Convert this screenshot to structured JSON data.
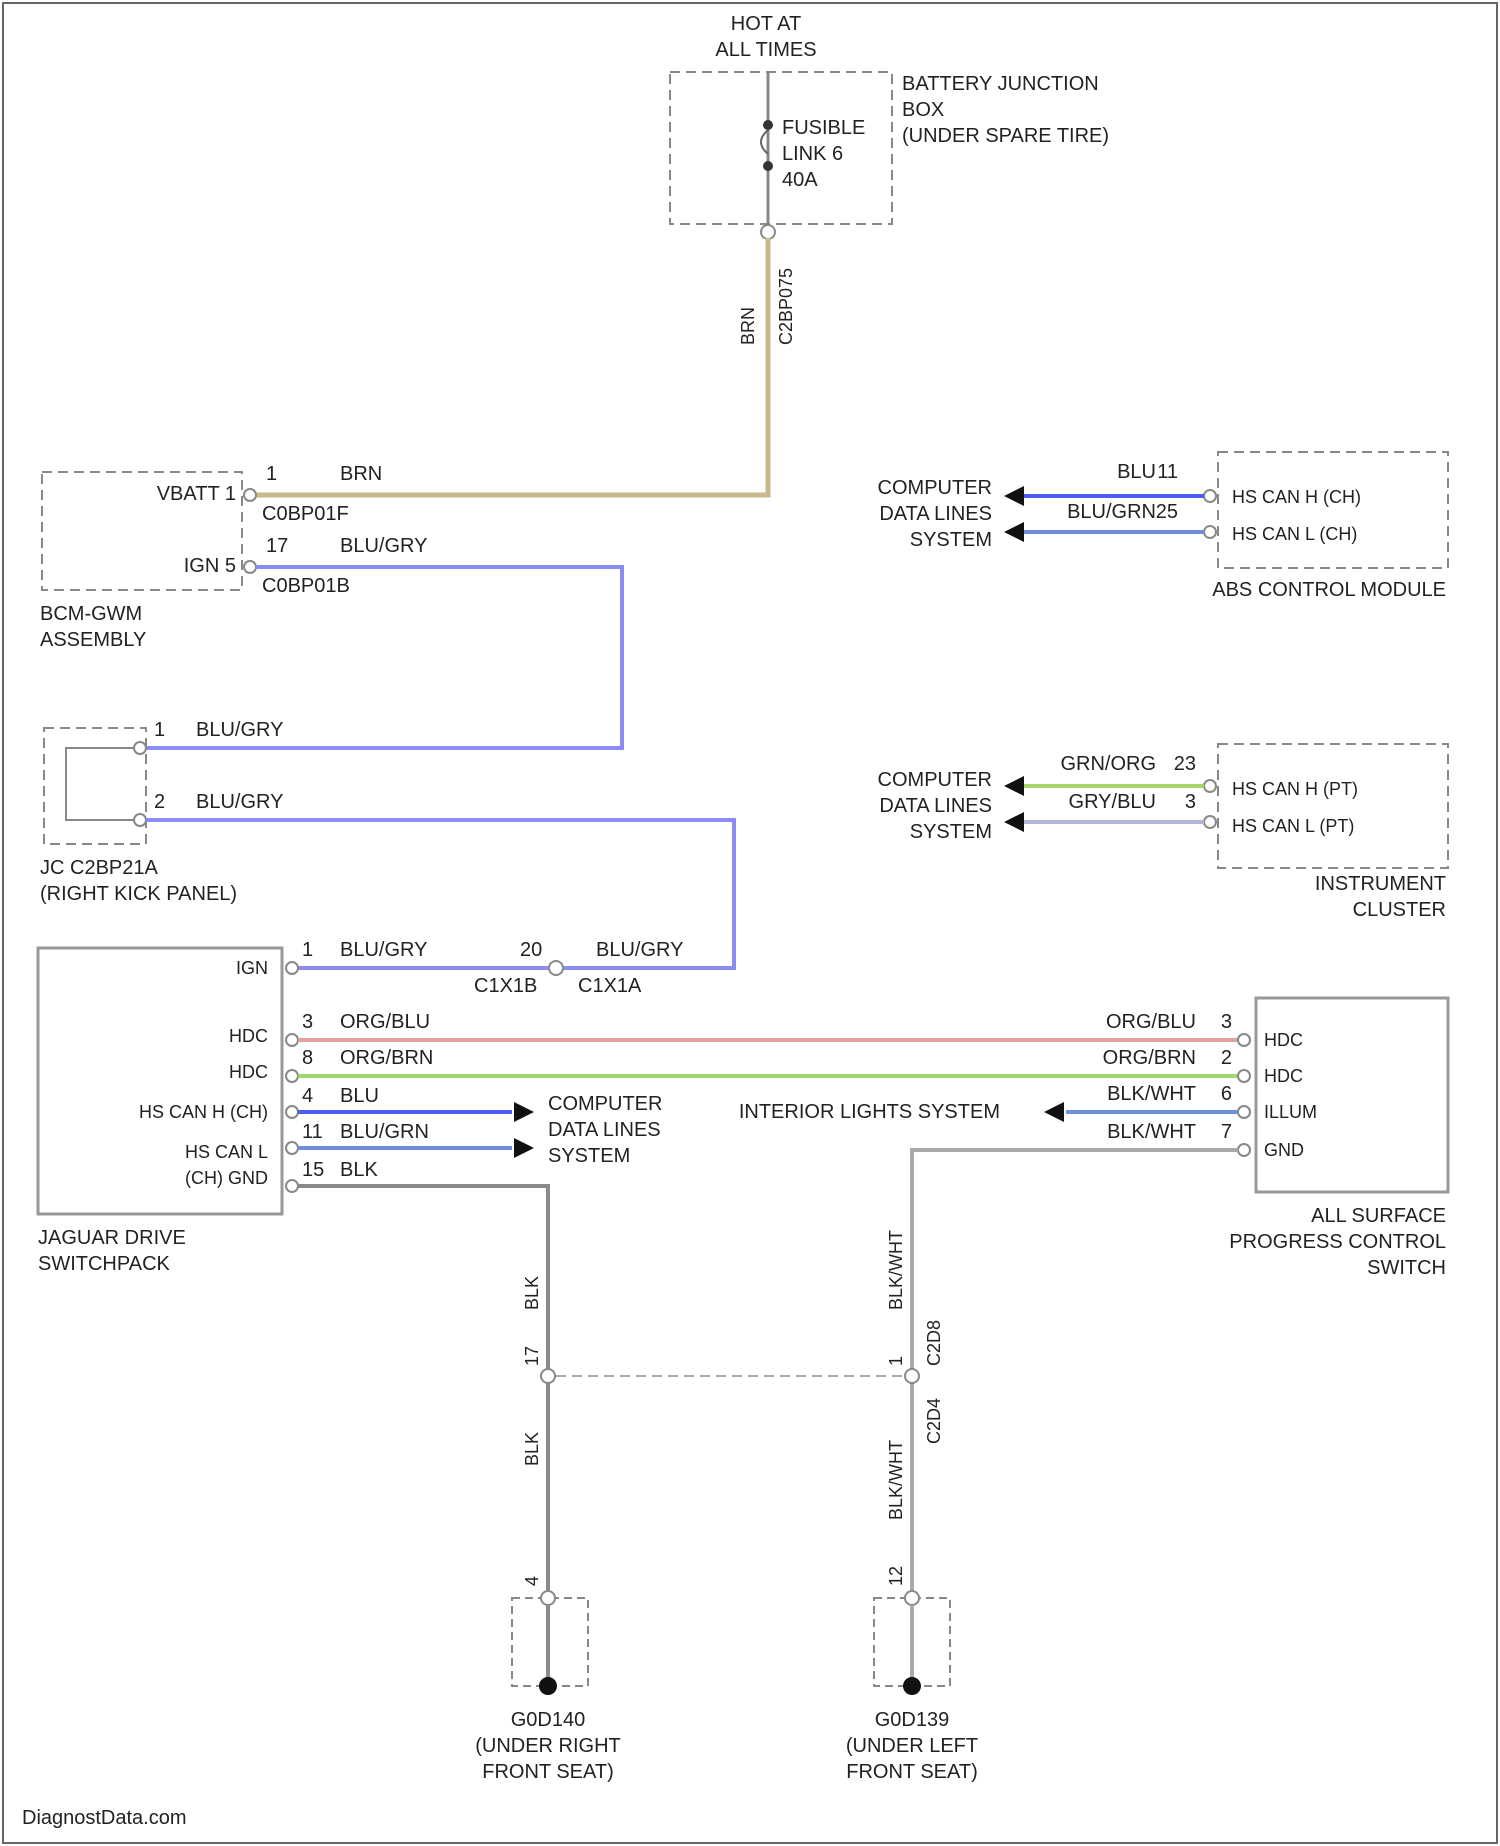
{
  "colors": {
    "brn": "#c9b98a",
    "blu_gry": "#8a8cf2",
    "blu": "#4d5cf2",
    "blu_grn": "#6f8fd8",
    "org_grn": "#a8d46a",
    "gry_blu": "#b4b4d8",
    "org_blu": "#e0a0a0",
    "org_brn": "#9ed86c",
    "blk": "#8a8a8a",
    "blk_wht": "#aaaaaa",
    "box_border": "#888888",
    "text": "#222222"
  },
  "title": {
    "line1": "HOT AT",
    "line2": "ALL TIMES"
  },
  "battery_junction_box": {
    "label": [
      "BATTERY JUNCTION",
      "BOX",
      "(UNDER SPARE TIRE)"
    ],
    "fuse": [
      "FUSIBLE",
      "LINK 6",
      "40A"
    ],
    "wire_color": "BRN",
    "connector": "C2BP075"
  },
  "bcm": {
    "label": [
      "BCM-GWM",
      "ASSEMBLY"
    ],
    "pin_vbatt": "VBATT 1",
    "pin_ign": "IGN 5",
    "conn1": "C0BP01F",
    "conn2": "C0BP01B",
    "wire1_pin": "1",
    "wire1_color": "BRN",
    "wire2_pin": "17",
    "wire2_color": "BLU/GRY"
  },
  "jc": {
    "label": [
      "JC C2BP21A",
      "(RIGHT KICK PANEL)"
    ],
    "pin1": "1",
    "pin2": "2",
    "color1": "BLU/GRY",
    "color2": "BLU/GRY"
  },
  "abs": {
    "label": "ABS CONTROL MODULE",
    "pins": [
      {
        "name": "HS CAN H (CH)",
        "num": "11",
        "color": "BLU"
      },
      {
        "name": "HS CAN L (CH)",
        "num": "25",
        "color": "BLU/GRN"
      }
    ],
    "data_lines": [
      "COMPUTER",
      "DATA LINES",
      "SYSTEM"
    ]
  },
  "cluster": {
    "label": [
      "INSTRUMENT",
      "CLUSTER"
    ],
    "pins": [
      {
        "name": "HS CAN H (PT)",
        "num": "23",
        "color": "GRN/ORG"
      },
      {
        "name": "HS CAN L (PT)",
        "num": "3",
        "color": "GRY/BLU"
      }
    ],
    "data_lines": [
      "COMPUTER",
      "DATA LINES",
      "SYSTEM"
    ]
  },
  "switchpack": {
    "label": [
      "JAGUAR DRIVE",
      "SWITCHPACK"
    ],
    "pins": [
      {
        "name": "IGN",
        "num": "1",
        "color": "BLU/GRY"
      },
      {
        "name": "HDC",
        "num": "3",
        "color": "ORG/BLU"
      },
      {
        "name": "HDC",
        "num": "8",
        "color": "ORG/BRN"
      },
      {
        "name": "HS CAN H (CH)",
        "num": "4",
        "color": "BLU"
      },
      {
        "name": "HS CAN L",
        "num": "11",
        "color": "BLU/GRN"
      },
      {
        "name": "(CH) GND",
        "num": "15",
        "color": "BLK"
      }
    ],
    "inline": {
      "pin": "20",
      "color": "BLU/GRY",
      "conn_a": "C1X1B",
      "conn_b": "C1X1A"
    },
    "data_lines": [
      "COMPUTER",
      "DATA LINES",
      "SYSTEM"
    ]
  },
  "aspc": {
    "label": [
      "ALL SURFACE",
      "PROGRESS CONTROL",
      "SWITCH"
    ],
    "pins": [
      {
        "name": "HDC",
        "num": "3",
        "color": "ORG/BLU"
      },
      {
        "name": "HDC",
        "num": "2",
        "color": "ORG/BRN"
      },
      {
        "name": "ILLUM",
        "num": "6",
        "color": "BLK/WHT"
      },
      {
        "name": "GND",
        "num": "7",
        "color": "BLK/WHT"
      }
    ],
    "interior_lights": "INTERIOR LIGHTS SYSTEM"
  },
  "ground_right": {
    "upper_color": "BLK",
    "lower_color": "BLK",
    "pin_upper": "17",
    "pin_lower": "4",
    "label": [
      "G0D140",
      "(UNDER RIGHT",
      "FRONT SEAT)"
    ]
  },
  "ground_left": {
    "upper_color": "BLK/WHT",
    "lower_color": "BLK/WHT",
    "pin_upper": "1",
    "pin_lower": "12",
    "conn_upper": "C2D8",
    "conn_lower": "C2D4",
    "label": [
      "G0D139",
      "(UNDER LEFT",
      "FRONT SEAT)"
    ]
  },
  "watermark": "DiagnostData.com"
}
